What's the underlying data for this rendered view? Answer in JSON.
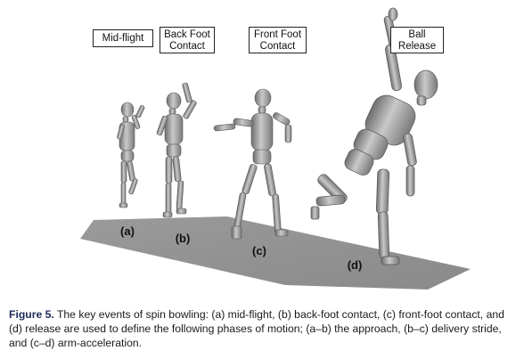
{
  "phase_boxes": [
    {
      "label": "Mid-flight"
    },
    {
      "label": "Back Foot\nContact"
    },
    {
      "label": "Front Foot\nContact"
    },
    {
      "label": "Ball\nRelease"
    }
  ],
  "figure_labels": [
    "(a)",
    "(b)",
    "(c)",
    "(d)"
  ],
  "caption": {
    "label": "Figure 5.",
    "text": " The key events of spin bowling: (a) mid-flight, (b) back-foot contact, (c) front-foot contact, and (d) release are used to define the following phases of motion; (a–b) the approach, (b–c) delivery stride, and (c–d) arm-acceleration."
  }
}
